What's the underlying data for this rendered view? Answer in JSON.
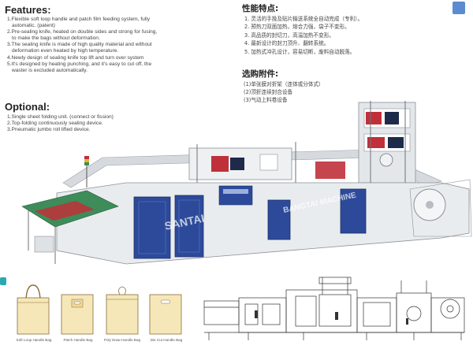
{
  "features": {
    "heading": "Features:",
    "items": [
      "1.Flexible soft loop handle and patch film feeding system, fully",
      "automatic. (patent)",
      "2.Pre-sealing knife, heated on double sides and strong for fusing,",
      "to make the bags without deformation.",
      "3.The sealing knife is made of high quality material and without",
      "deformation even heated by high temperature.",
      "4.Newly design of sealing knife top lift and turn over system",
      "5.It's designed by heating punching, and it's easy to cut off, the",
      "waster is excluded automatically."
    ]
  },
  "optional": {
    "heading": "Optional:",
    "items": [
      "1.Single sheet folding unit. (connect or fission)",
      "2.Top-folding continuously sealing device.",
      "3.Pneumatic jumbo roll lifted device."
    ]
  },
  "features_zh": {
    "heading": "性能特点:",
    "items": [
      "1. 灵活的手挽及贴片输送系统全自动完成（专利）。",
      "2. 预热刀双面加热，熔合力强，袋子不变形。",
      "3. 高品质的封切刀，高温加热不变形。",
      "4. 最新设计的封刀顶升、翻转系统。",
      "5. 加热式冲孔设计，容易切断，废料自动脱落。"
    ]
  },
  "optional_zh": {
    "heading": "选购附件:",
    "items": [
      "(1)单张膜对折架（连体或分体式）",
      "(2)顶折连续封合设备",
      "(3)气动上料卷设备"
    ]
  },
  "bags": [
    {
      "name": "soft-loop",
      "caption": "Soft Loop Handle Bag"
    },
    {
      "name": "patch",
      "caption": "Patch Handle Bag"
    },
    {
      "name": "poly-draw",
      "caption": "Poly Draw Handle Bag"
    },
    {
      "name": "die-cut",
      "caption": "Die Cut Handle Bag"
    }
  ],
  "machine": {
    "brand_text": "SANTAI",
    "watermark": "BANGTAI MACHINE"
  },
  "colors": {
    "machine_body": "#e9ecef",
    "panel_blue": "#2d4a9a",
    "bag_paper": "#f6e7b8",
    "bag_line": "#8a6e3a",
    "accent_red": "#c0303a",
    "conveyor_green": "#3e8c5a",
    "badge_top_right": "#5c8ccf",
    "badge_bottom_left": "#2aa8b0"
  }
}
